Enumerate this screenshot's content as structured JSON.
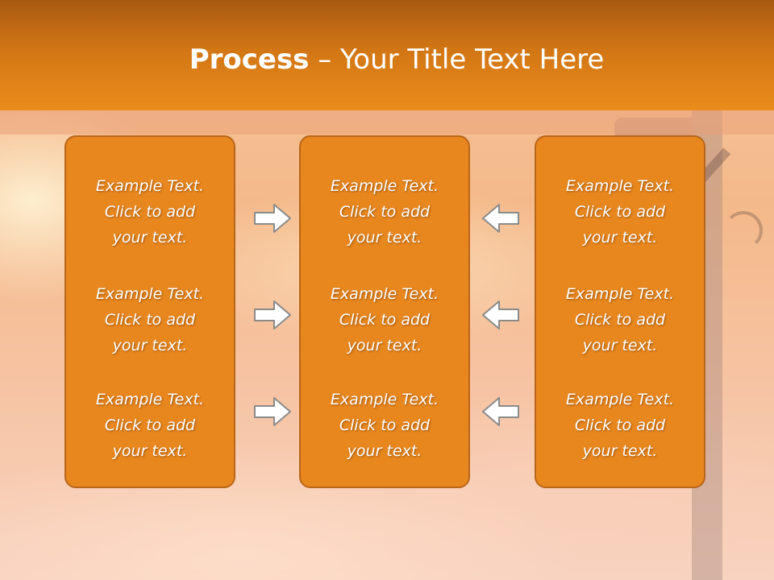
{
  "slide": {
    "title_bold": "Process",
    "title_rest": " – Your Title Text Here"
  },
  "columns": [
    {
      "items": [
        "Example Text.\nClick  to add\nyour text.",
        "Example Text.\nClick  to add\nyour text.",
        "Example Text.\nClick  to add\nyour text."
      ]
    },
    {
      "items": [
        "Example Text.\nClick  to add\nyour text.",
        "Example Text.\nClick  to add\nyour text.",
        "Example Text.\nClick  to add\nyour text."
      ]
    },
    {
      "items": [
        "Example Text.\nClick  to add\nyour text.",
        "Example Text.\nClick  to add\nyour text.",
        "Example Text.\nClick  to add\nyour text."
      ]
    }
  ],
  "arrows": {
    "left_group": "arrow-right-icon",
    "right_group": "arrow-left-icon"
  },
  "colors": {
    "header_orange": "#d27615",
    "box_orange": "#e8871e",
    "arrow_fill": "#ffffff",
    "arrow_stroke": "#8a8a8a"
  }
}
